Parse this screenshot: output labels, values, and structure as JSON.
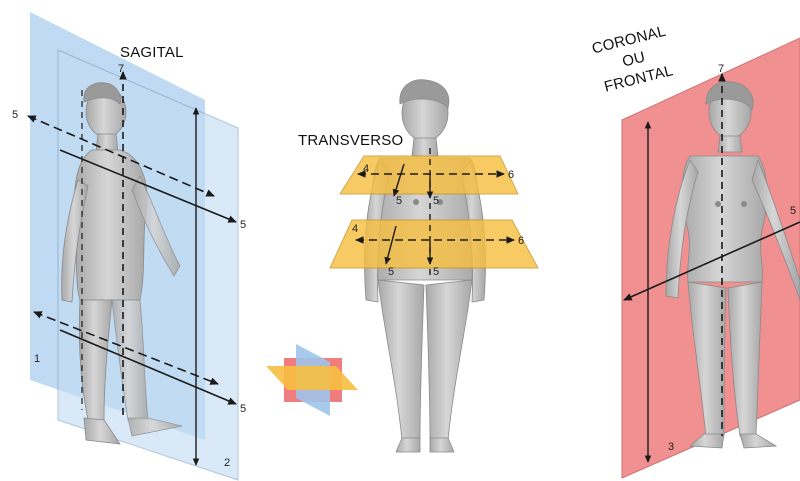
{
  "titles": {
    "sagital": "SAGITAL",
    "transverso": "TRANSVERSO",
    "coronal_line1": "CORONAL",
    "coronal_line2": "OU",
    "coronal_line3": "FRONTAL"
  },
  "markers": {
    "sagital": {
      "top": "7",
      "left_arrow": "5",
      "right_upper": "5",
      "right_lower": "5",
      "plane_a": "1",
      "plane_b": "2"
    },
    "transverso": {
      "upper_left": "4",
      "upper_right": "6",
      "upper_center_a": "5",
      "upper_center_b": "5",
      "lower_left": "4",
      "lower_right": "6",
      "lower_center_a": "5",
      "lower_center_b": "5"
    },
    "coronal": {
      "top": "7",
      "bottom": "3",
      "right": "5"
    }
  },
  "colors": {
    "sagital_plane": "#a9cdee",
    "transverse_plane": "#f7bf42",
    "coronal_plane": "#ef7d7d",
    "body_skin": "#c9c9c9",
    "arrow": "#1a1a1a"
  }
}
